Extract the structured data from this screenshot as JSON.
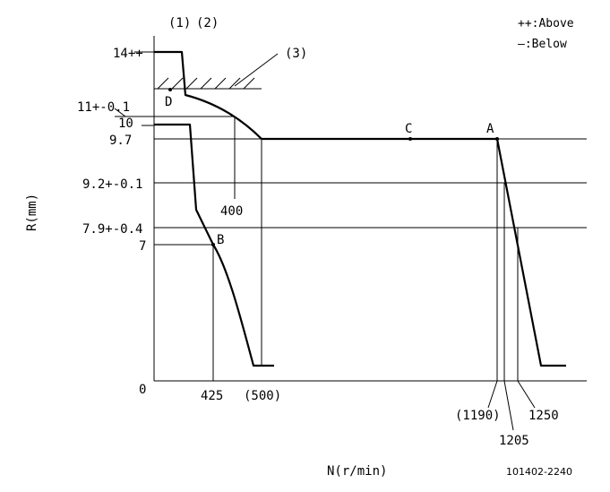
{
  "legend": {
    "above": "++:Above",
    "below": "—:Below"
  },
  "header": {
    "note_1": "(1)",
    "note_2": "(2)",
    "note_3": "(3)"
  },
  "axes": {
    "y_label": "R(mm)",
    "x_label": "N(r/min)",
    "y_ticks": [
      "14++",
      "11+-0.1",
      "10",
      "9.7",
      "9.2+-0.1",
      "7.9+-0.4",
      "7",
      "0"
    ],
    "x_ticks": [
      "425",
      "(500)",
      "(1190)",
      "1205",
      "1250"
    ],
    "inner_label_400": "400"
  },
  "points": {
    "A": "A",
    "B": "B",
    "C": "C",
    "D": "D"
  },
  "footer": {
    "code": "101402-2240"
  }
}
